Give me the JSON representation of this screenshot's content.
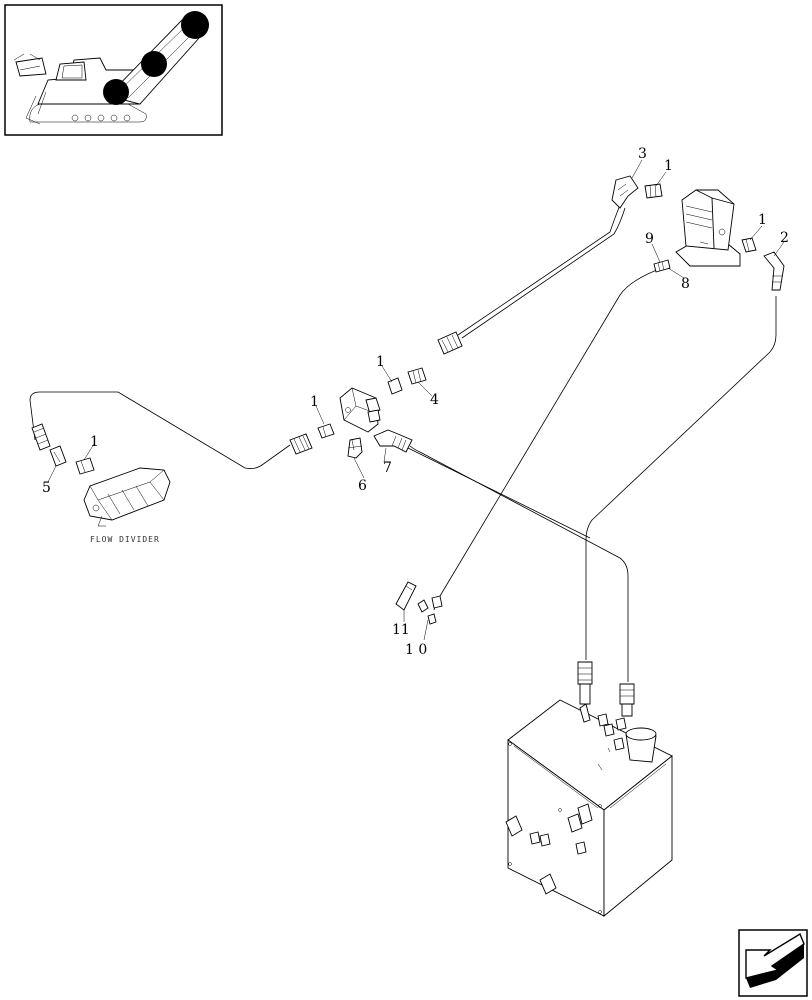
{
  "callouts": {
    "c3": "3",
    "c1_top": "1",
    "c1_right": "1",
    "c2": "2",
    "c9": "9",
    "c8": "8",
    "c1_mid": "1",
    "c4": "4",
    "c1_valve": "1",
    "c1_left": "1",
    "c5": "5",
    "c6": "6",
    "c7": "7",
    "c11": "11",
    "c10": "1 0"
  },
  "captions": {
    "flow_divider": "FLOW DIVIDER"
  },
  "icons": {
    "locator": "machine-locator-icon",
    "navigation": "next-page-arrow-icon"
  },
  "colors": {
    "ink": "#000000",
    "background": "#ffffff"
  }
}
